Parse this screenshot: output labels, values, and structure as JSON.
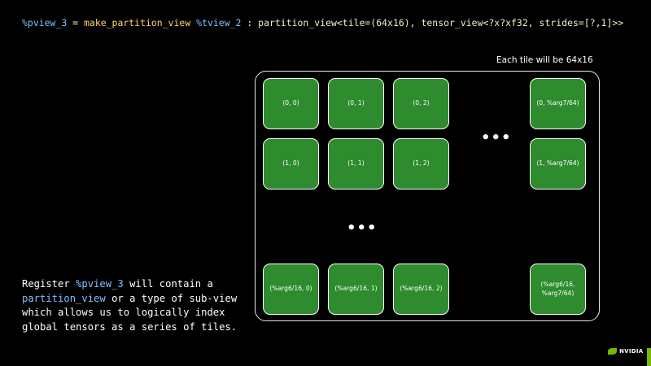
{
  "code": {
    "result_var": "%pview_3",
    "equals": " = ",
    "fn": "make_partition_view",
    "space": " ",
    "arg_var": "%tview_2",
    "colon": " : ",
    "type_text": "partition_view<tile=(64x16), tensor_view<?x?xf32, strides=[?,1]>>"
  },
  "caption": "Each tile will be 64x16",
  "tiles": {
    "r0c0": "(0, 0)",
    "r0c1": "(0, 1)",
    "r0c2": "(0, 2)",
    "r0c3": "(0, %arg7/64)",
    "r1c0": "(1, 0)",
    "r1c1": "(1, 1)",
    "r1c2": "(1, 2)",
    "r1c3": "(1, %arg7/64)",
    "r2c0": "(%arg6/16, 0)",
    "r2c1": "(%arg6/16, 1)",
    "r2c2": "(%arg6/16, 2)",
    "r2c3": "(%arg6/16, %arg7/64)"
  },
  "ellipsis": "•••",
  "description": {
    "p1": "Register ",
    "var": "%pview_3",
    "p2": " will contain a ",
    "type": "partition_view",
    "p3": " or a type of sub-view which allows us to logically index global tensors as a series of tiles."
  },
  "logo": {
    "text": "NVIDIA",
    "icon": "nvidia-eye-icon",
    "color": "#76b900"
  },
  "colors": {
    "background": "#000000",
    "tile_fill": "#2e8b2e",
    "variable": "#7fc1ff",
    "function": "#ffd866"
  }
}
